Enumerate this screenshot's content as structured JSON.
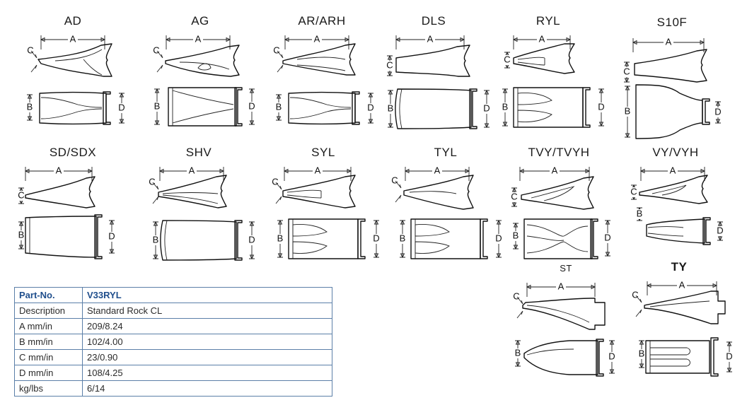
{
  "types": [
    {
      "id": "ad",
      "title": "AD",
      "profile": "ad",
      "plan": "twin"
    },
    {
      "id": "ag",
      "title": "AG",
      "profile": "ag",
      "plan": "wedge"
    },
    {
      "id": "ar",
      "title": "AR/ARH",
      "profile": "ar",
      "plan": "twin"
    },
    {
      "id": "dls",
      "title": "DLS",
      "profile": "dls",
      "plan": "block"
    },
    {
      "id": "ryl",
      "title": "RYL",
      "profile": "ryl",
      "plan": "tulip"
    },
    {
      "id": "s10f",
      "title": "S10F",
      "profile": "s10f",
      "plan": "wide"
    },
    {
      "id": "sd",
      "title": "SD/SDX",
      "profile": "sd",
      "plan": "taper"
    },
    {
      "id": "shv",
      "title": "SHV",
      "profile": "shv",
      "plan": "block"
    },
    {
      "id": "syl",
      "title": "SYL",
      "profile": "syl",
      "plan": "tulip"
    },
    {
      "id": "tyl",
      "title": "TYL",
      "profile": "tyl",
      "plan": "tulip"
    },
    {
      "id": "tvy",
      "title": "TVY/TVYH",
      "profile": "tvy",
      "plan": "vee"
    },
    {
      "id": "vy",
      "title": "VY/VYH",
      "profile": "vy",
      "plan": "fork"
    },
    {
      "id": "st",
      "title": "ST",
      "profile": "st",
      "plan": "round"
    },
    {
      "id": "ty",
      "title": "TY",
      "profile": "ty",
      "plan": "bars"
    }
  ],
  "dim_labels": {
    "a": "A",
    "b": "B",
    "c": "C",
    "d": "D"
  },
  "spec": {
    "header": {
      "key": "Part-No.",
      "value": "V33RYL"
    },
    "rows": [
      {
        "key": "Description",
        "value": "Standard Rock CL"
      },
      {
        "key": "A mm/in",
        "value": "209/8.24"
      },
      {
        "key": "B mm/in",
        "value": "102/4.00"
      },
      {
        "key": "C mm/in",
        "value": "23/0.90"
      },
      {
        "key": "D mm/in",
        "value": "108/4.25"
      },
      {
        "key": "kg/lbs",
        "value": "6/14"
      }
    ]
  }
}
